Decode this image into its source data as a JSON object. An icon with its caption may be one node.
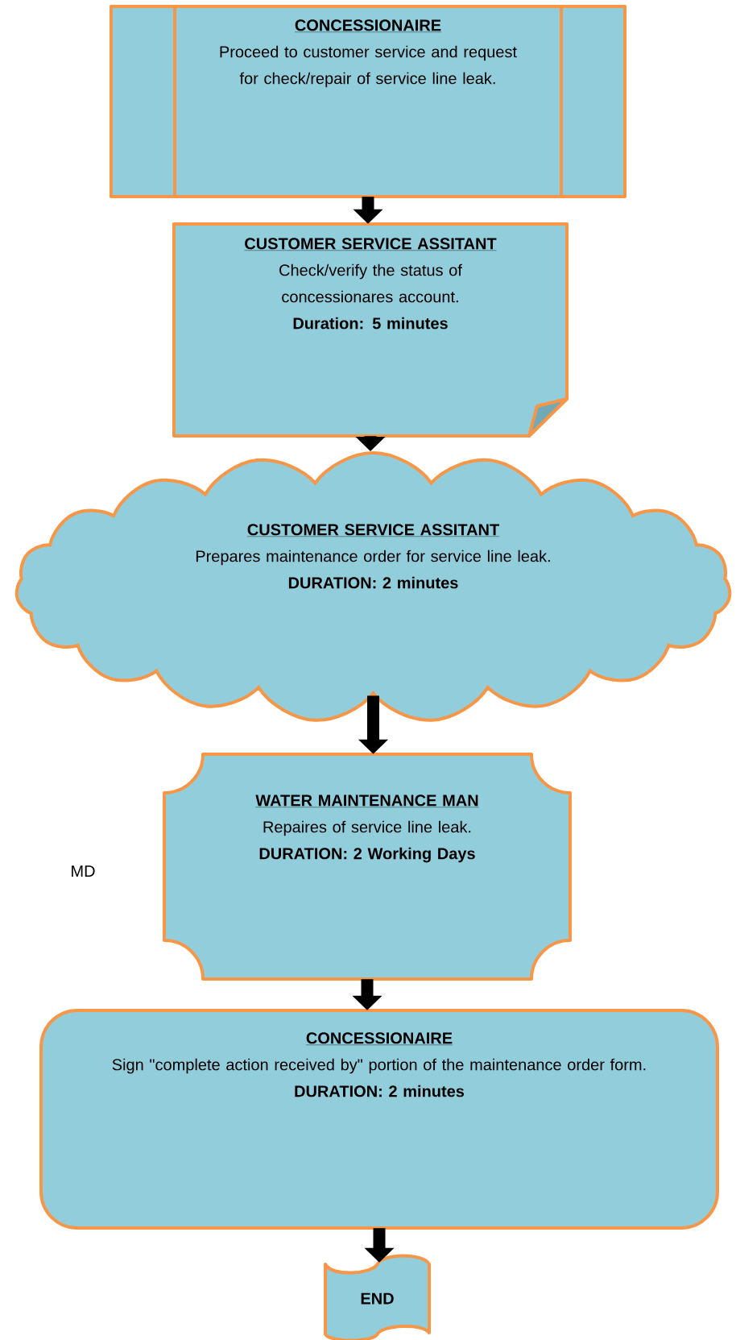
{
  "diagram": {
    "nodes": [
      {
        "text": [
          "CONCESSIONAIRE",
          "Proceed to customer service and request for check/repair of service line leak."
        ]
      },
      {
        "text": [
          "CUSTOMER SERVICE ASSITANT",
          "Check/verify the status of concessionares account.",
          "Duration: 5 minutes"
        ]
      },
      {
        "text": [
          "CUSTOMER SERVICE ASSITANT",
          "Prepares maintenance order for service line leak.",
          "DURATION: 2 minutes"
        ]
      },
      {
        "text": [
          "WATER MAINTENANCE MAN",
          "Repaires of service line leak.",
          "DURATION: 2 Working Days"
        ]
      },
      {
        "text": [
          "CONCESSIONAIRE",
          "Sign \"complete action received by\" portion of the maintenance order form.",
          "DURATION: 2 minutes"
        ]
      },
      {
        "text": [
          "END"
        ]
      }
    ],
    "edges": [
      {
        "from": 0,
        "to": 1,
        "arrow": "to"
      },
      {
        "from": 1,
        "to": 2,
        "arrow": "to"
      },
      {
        "from": 2,
        "to": 3,
        "arrow": "to"
      },
      {
        "from": 3,
        "to": 4,
        "arrow": "to"
      },
      {
        "from": 4,
        "to": 5,
        "arrow": "to"
      }
    ],
    "labels": [
      "MD"
    ]
  }
}
